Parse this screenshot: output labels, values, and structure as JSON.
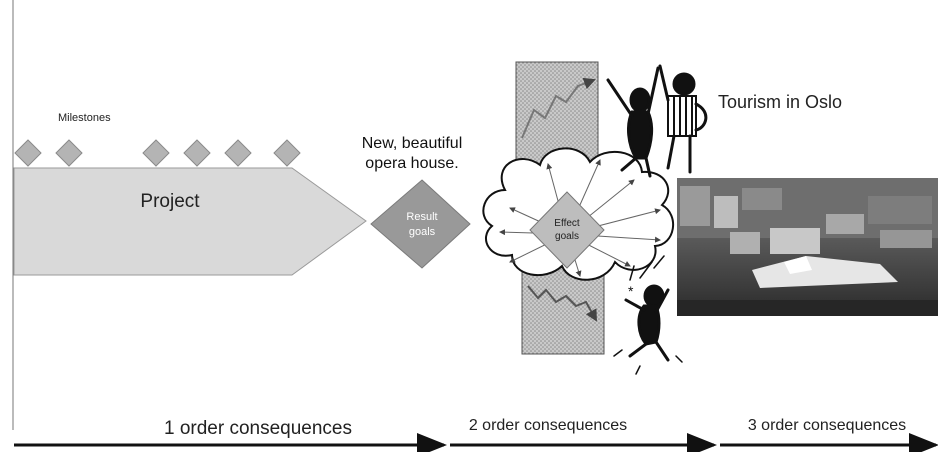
{
  "labels": {
    "milestones": "Milestones",
    "project": "Project",
    "result_goals_line1": "Result",
    "result_goals_line2": "goals",
    "opera_line1": "New, beautiful",
    "opera_line2": "opera house.",
    "effect_goals_line1": "Effect",
    "effect_goals_line2": "goals",
    "tourism": "Tourism in Oslo"
  },
  "consequences": [
    {
      "label": "1 order consequences"
    },
    {
      "label": "2 order consequences"
    },
    {
      "label": "3 order consequences"
    }
  ],
  "icons": {
    "happy_people": "celebrating-people-icon",
    "sad_person": "frustrated-person-icon",
    "photo": "oslo-aerial-photo"
  }
}
